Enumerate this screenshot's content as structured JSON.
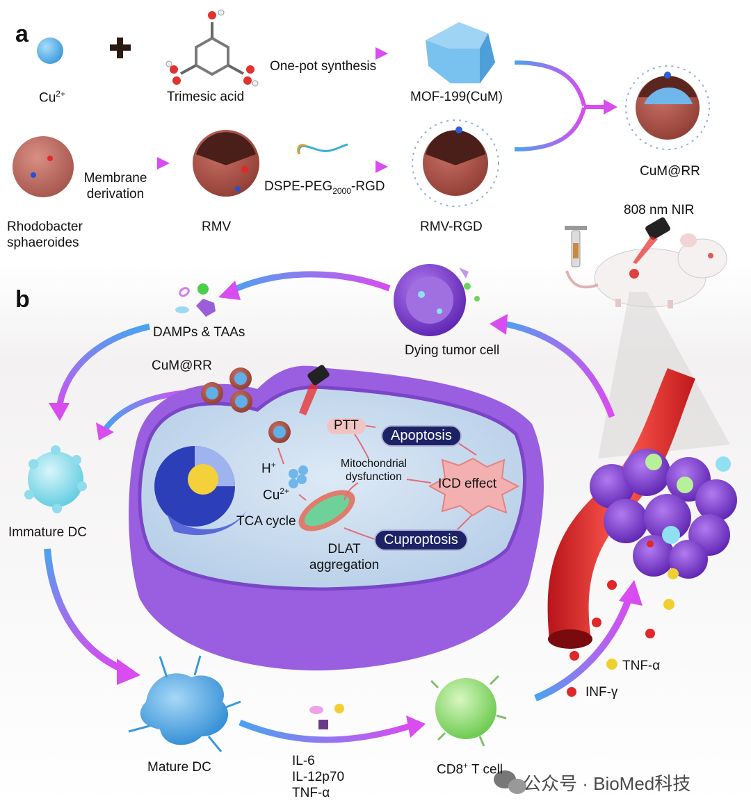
{
  "panel_a": {
    "letter": "a",
    "cu_label": "Cu",
    "cu_sup": "2+",
    "trimesic_acid": "Trimesic acid",
    "one_pot": "One-pot synthesis",
    "mof": "MOF-199(CuM)",
    "membrane_derivation_1": "Membrane",
    "membrane_derivation_2": "derivation",
    "rhodobacter_1": "Rhodobacter",
    "rhodobacter_2": "sphaeroides",
    "rmv": "RMV",
    "dspe_1": "DSPE-PEG",
    "dspe_sub": "2000",
    "dspe_2": "-RGD",
    "rmv_rgd": "RMV-RGD",
    "cum_rr": "CuM@RR"
  },
  "panel_b": {
    "letter": "b",
    "nir": "808 nm NIR",
    "damps": "DAMPs & TAAs",
    "dying_cell": "Dying tumor cell",
    "cum_rr": "CuM@RR",
    "immature_dc": "Immature DC",
    "mature_dc": "Mature DC",
    "cd8_1": "CD8",
    "cd8_sup": "+",
    "cd8_2": " T cell",
    "ptt": "PTT",
    "apoptosis": "Apoptosis",
    "mito_1": "Mitochondrial",
    "mito_2": "dysfunction",
    "icd": "ICD effect",
    "h_plus": "H",
    "h_sup": "+",
    "cu2": "Cu",
    "cu2_sup": "2+",
    "tca": "TCA cycle",
    "dlat_1": "DLAT",
    "dlat_2": "aggregation",
    "cuproptosis": "Cuproptosis",
    "cytokines": [
      "IL-6",
      "IL-12p70",
      "TNF-α"
    ],
    "tnf": "TNF-α",
    "inf": "INF-γ"
  },
  "watermark": "公众号 · BioMed科技",
  "colors": {
    "arrow_start": "#4aa3ef",
    "arrow_end": "#d84cf0",
    "cu_ball": "#5fb8ec",
    "membrane": "#9a5ee0",
    "cytoplasm": "#c9ddf0",
    "vessel": "#e8302f",
    "tumor": "#7d3fd0",
    "pill": "#1b2266"
  }
}
